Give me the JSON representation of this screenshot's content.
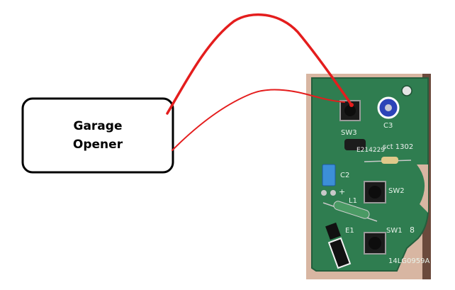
{
  "opener": {
    "line1": "Garage",
    "line2": "Opener"
  },
  "board": {
    "labels": {
      "sw3": "SW3",
      "c3": "C3",
      "chip_code": "E214229",
      "chip_mark": "sct 1302",
      "c2": "C2",
      "sw2": "SW2",
      "l1": "L1",
      "e1": "E1",
      "sw1": "SW1",
      "part_no": "14LG0959A",
      "plus": "+",
      "eight": "8"
    }
  },
  "colors": {
    "wire": "#e41d1d",
    "pcb": "#2a7a4a",
    "box_stroke": "#000000"
  }
}
